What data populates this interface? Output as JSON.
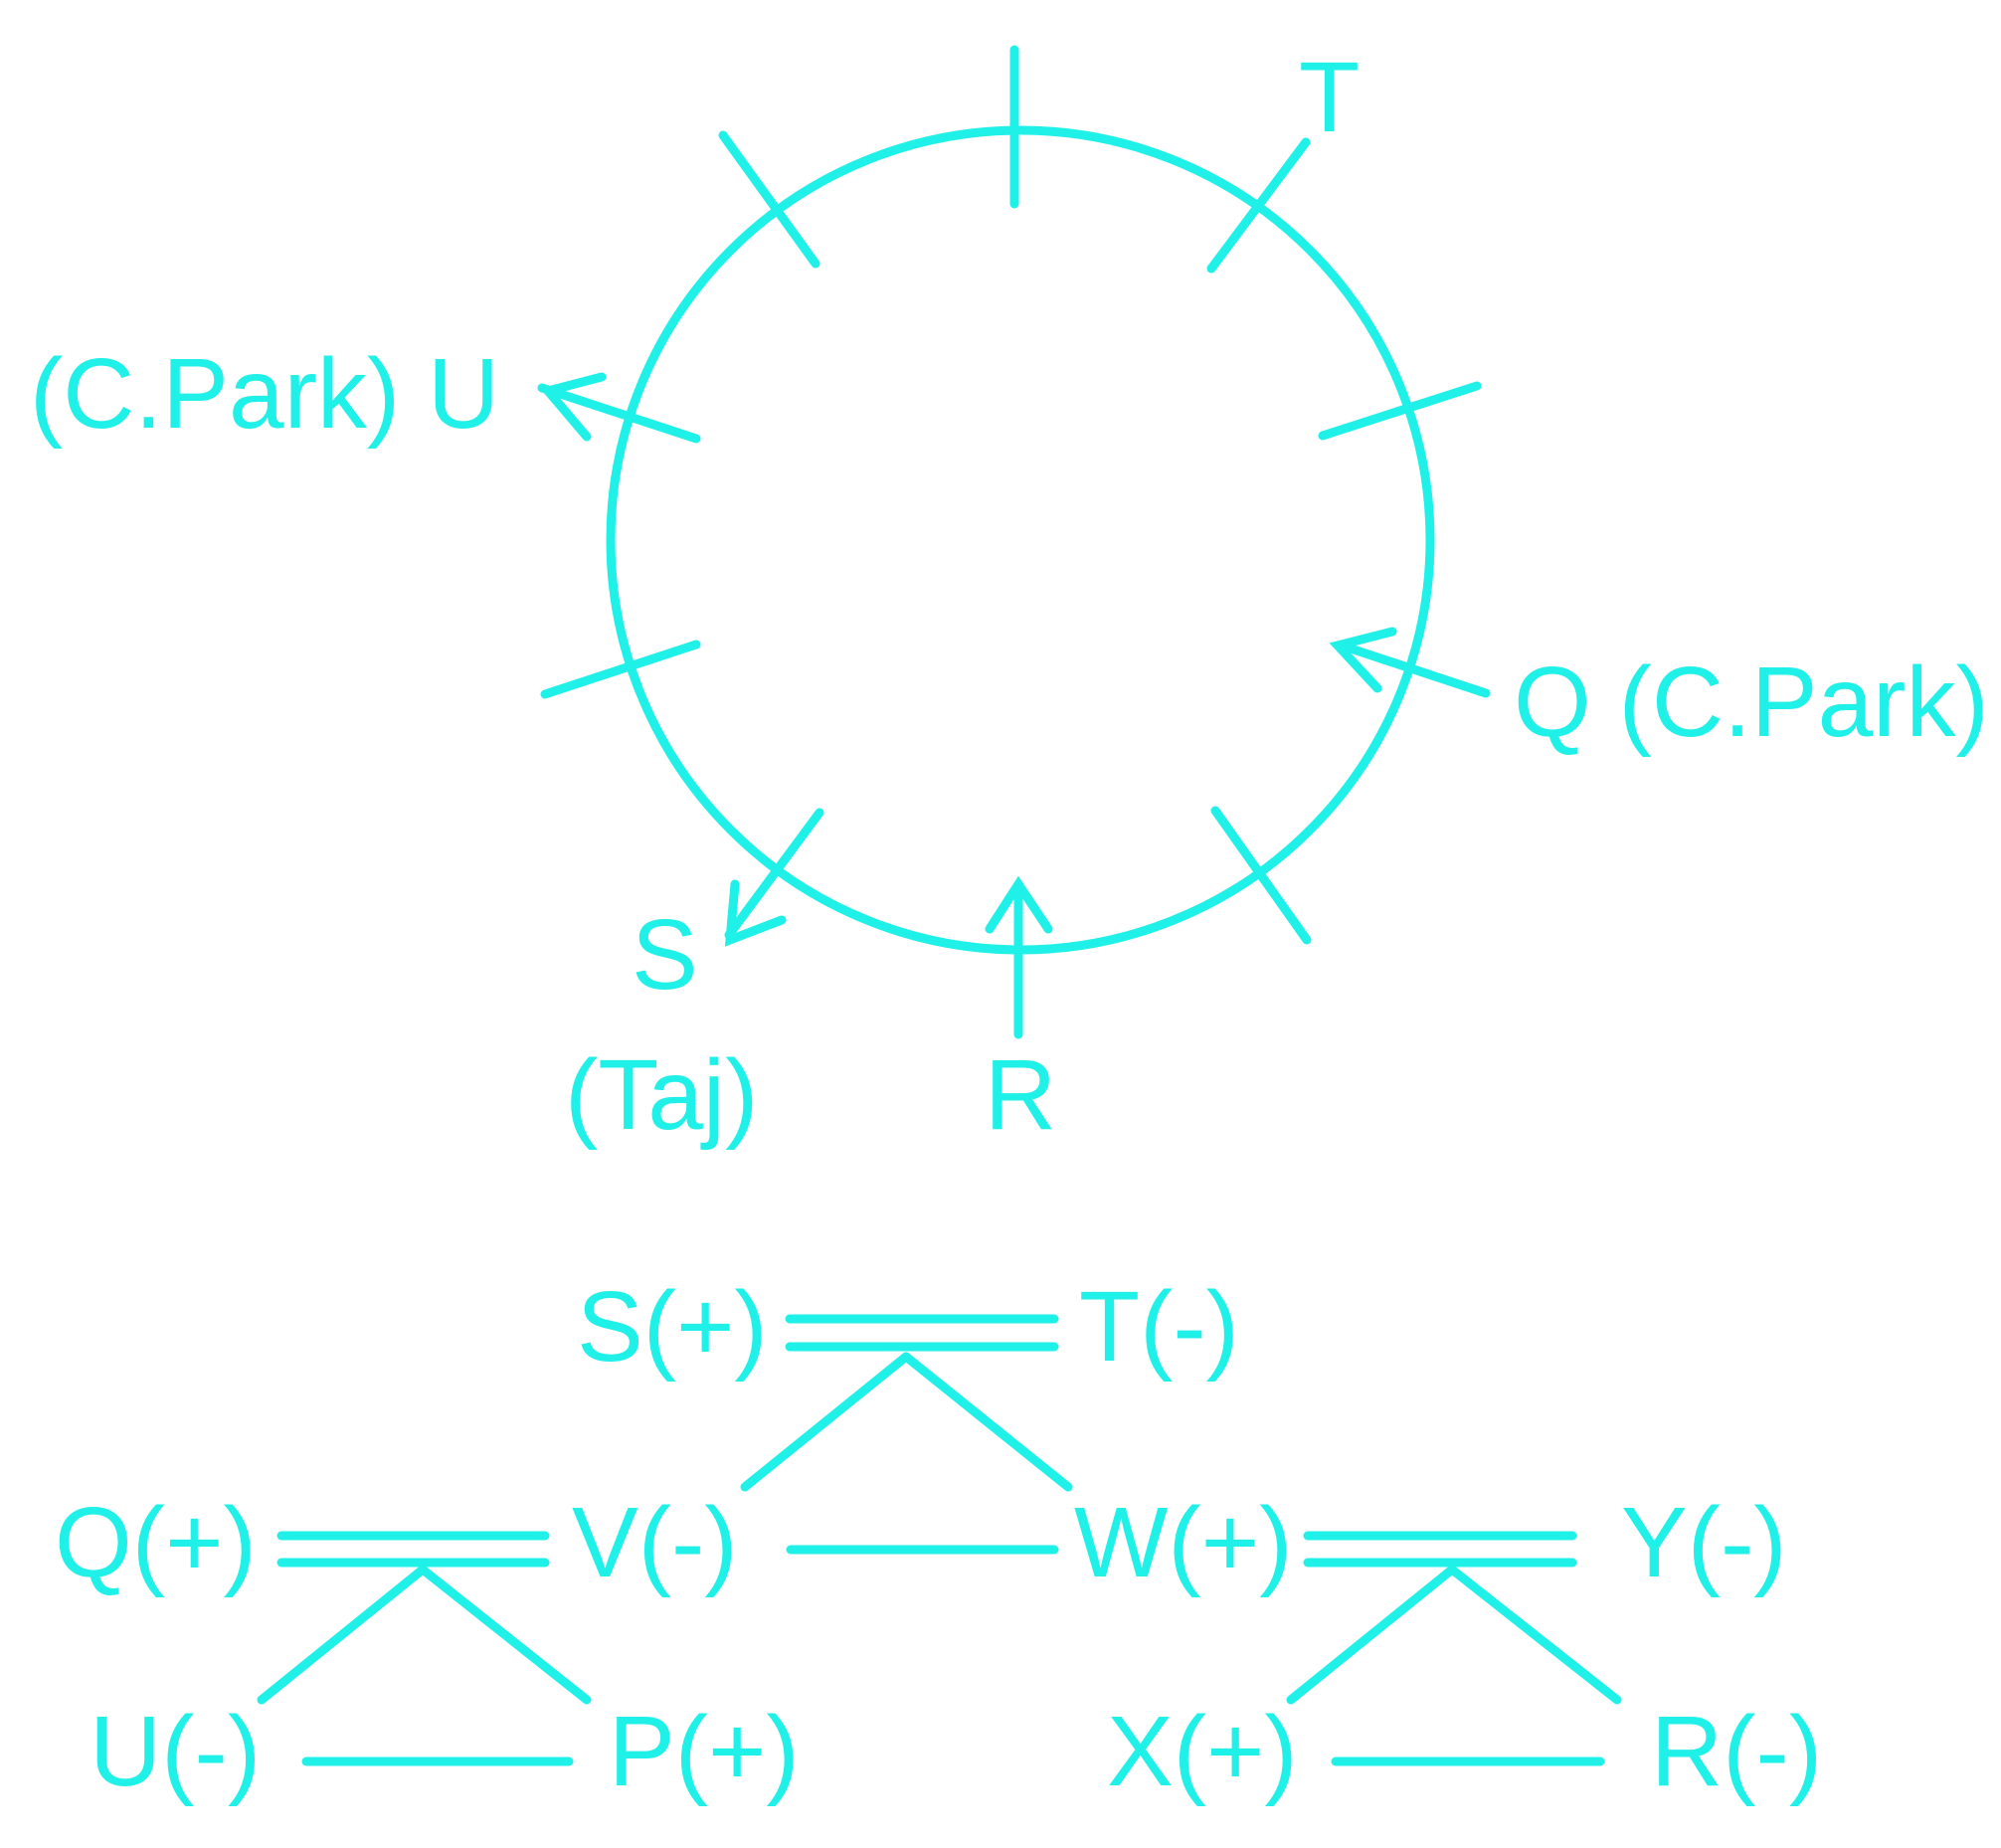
{
  "colors": {
    "stroke": "#1ff0e8",
    "text": "#1ff0e8",
    "background": "#ffffff"
  },
  "seating": {
    "labels": {
      "t": "T",
      "u": "(C.Park) U",
      "q": "Q (C.Park)",
      "s": "S",
      "s_note": "(Taj)",
      "r": "R"
    }
  },
  "family_tree": {
    "s": "S(+)",
    "t": "T(-)",
    "q": "Q(+)",
    "v": "V(-)",
    "w": "W(+)",
    "y": "Y(-)",
    "u": "U(-)",
    "p": "P(+)",
    "x": "X(+)",
    "r": "R(-)"
  }
}
